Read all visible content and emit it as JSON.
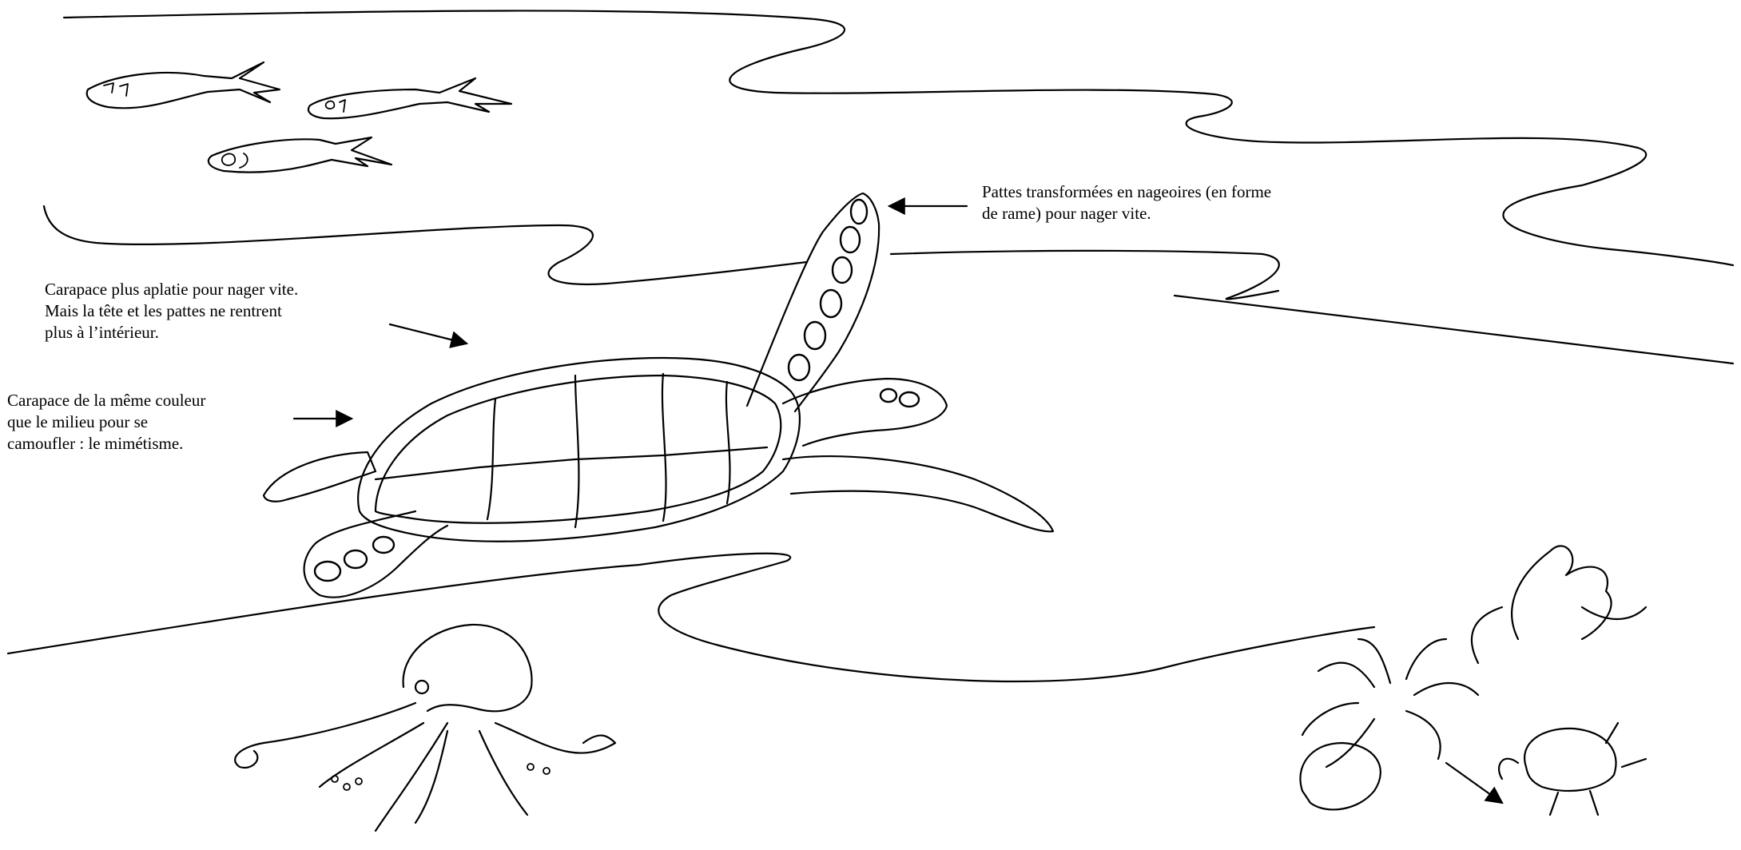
{
  "labels": {
    "flippers": [
      "Pattes transformées en nageoires (en forme",
      "de rame) pour nager vite."
    ],
    "shell_flat": [
      "Carapace plus aplatie pour nager vite.",
      "Mais la tête et les pattes ne rentrent",
      "plus à l’intérieur."
    ],
    "shell_color": [
      "Carapace de la même couleur",
      "que le milieu pour se",
      "camoufler : le mimétisme."
    ]
  }
}
